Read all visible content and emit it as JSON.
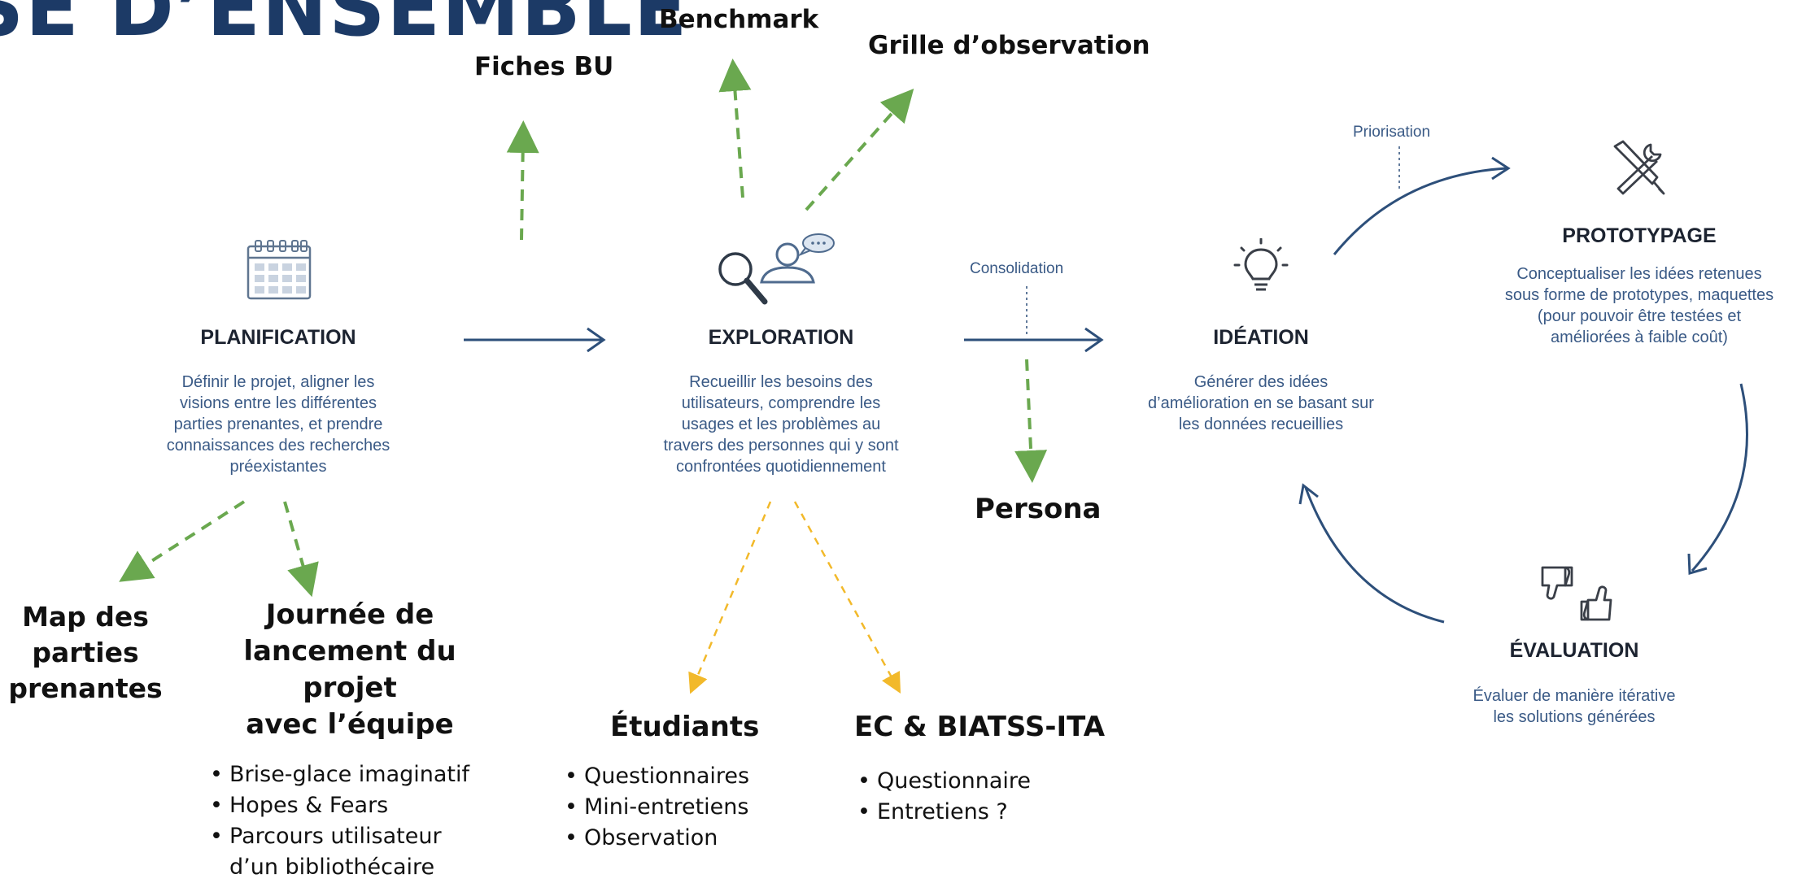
{
  "title": "SE D’ENSEMBLE",
  "phases": {
    "planification": {
      "title": "PLANIFICATION",
      "desc": "Définir le projet, aligner les\nvisions entre les différentes\nparties prenantes, et prendre\nconnaissances des recherches\npréexistantes"
    },
    "exploration": {
      "title": "EXPLORATION",
      "desc": "Recueillir les besoins des\nutilisateurs, comprendre les\nusages et les problèmes au\ntravers des personnes qui y sont\nconfrontées quotidiennement"
    },
    "ideation": {
      "title": "IDÉATION",
      "desc": "Générer des idées\nd’amélioration en se basant sur\nles données recueillies"
    },
    "prototypage": {
      "title": "PROTOTYPAGE",
      "desc": "Conceptualiser les idées retenues\nsous forme de prototypes, maquettes\n(pour pouvoir être testées et\naméliorées à faible coût)"
    },
    "evaluation": {
      "title": "ÉVALUATION",
      "desc": "Évaluer de manière itérative\nles solutions générées"
    }
  },
  "connector_labels": {
    "consolidation": "Consolidation",
    "priorisation": "Priorisation"
  },
  "deliverables": {
    "fiches_bu": "Fiches BU",
    "benchmark": "Benchmark",
    "grille": "Grille d’observation",
    "persona": "Persona",
    "map": "Map des\nparties\nprenantes",
    "journee": {
      "title": "Journée de\nlancement du projet\navec l’équipe",
      "items": [
        "Brise-glace imaginatif",
        "Hopes & Fears",
        "Parcours utilisateur\nd’un bibliothécaire"
      ]
    },
    "etudiants": {
      "title": "Étudiants",
      "items": [
        "Questionnaires",
        "Mini-entretiens",
        "Observation"
      ]
    },
    "ec": {
      "title": "EC & BIATSS-ITA",
      "items": [
        "Questionnaire",
        "Entretiens ?"
      ]
    }
  },
  "icons": {
    "planification": "calendar-icon",
    "exploration": "search-user-icon",
    "ideation": "lightbulb-icon",
    "prototypage": "tools-icon",
    "evaluation": "thumbs-icon"
  },
  "colors": {
    "title": "#1c3a66",
    "flow": "#2d4f7a",
    "green": "#6aa84f",
    "yellow": "#f2b92a",
    "desc": "#3a5a86"
  }
}
